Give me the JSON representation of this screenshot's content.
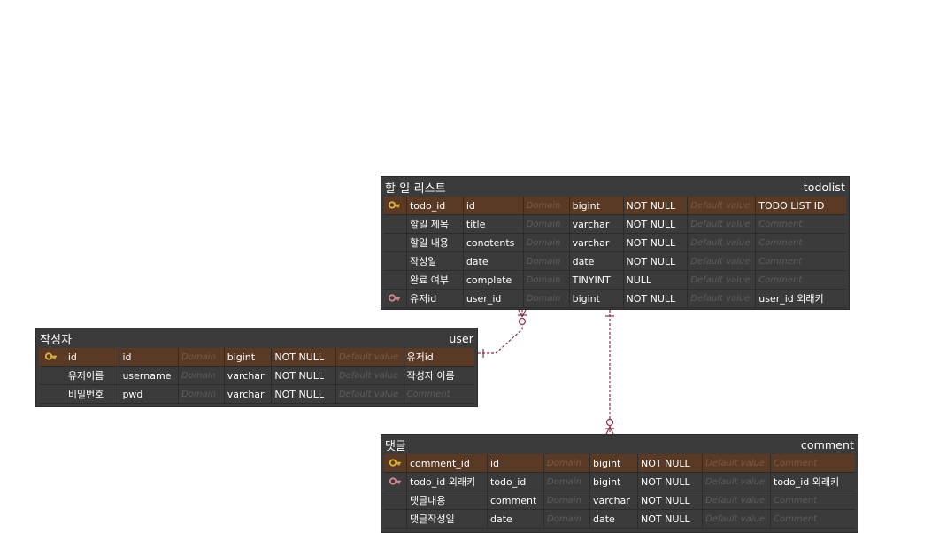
{
  "tables": {
    "todolist": {
      "logical_name": "할 일 리스트",
      "physical_name": "todolist",
      "columns": [
        {
          "key": "primary",
          "logical": "todo_id",
          "physical": "id",
          "domain": "Domain",
          "type": "bigint",
          "nullability": "NOT NULL",
          "default": "Default value",
          "comment": "TODO LIST ID"
        },
        {
          "key": "",
          "logical": "할일 제목",
          "physical": "title",
          "domain": "Domain",
          "type": "varchar",
          "nullability": "NOT NULL",
          "default": "Default value",
          "comment": "Comment"
        },
        {
          "key": "",
          "logical": "할일 내용",
          "physical": "conotents",
          "domain": "Domain",
          "type": "varchar",
          "nullability": "NOT NULL",
          "default": "Default value",
          "comment": "Comment"
        },
        {
          "key": "",
          "logical": "작성일",
          "physical": "date",
          "domain": "Domain",
          "type": "date",
          "nullability": "NOT NULL",
          "default": "Default value",
          "comment": "Comment"
        },
        {
          "key": "",
          "logical": "완료 여부",
          "physical": "complete",
          "domain": "Domain",
          "type": "TINYINT",
          "nullability": "NULL",
          "default": "Default value",
          "comment": "Comment"
        },
        {
          "key": "foreign",
          "logical": "유저id",
          "physical": "user_id",
          "domain": "Domain",
          "type": "bigint",
          "nullability": "NOT NULL",
          "default": "Default value",
          "comment": "user_id 외래키"
        }
      ]
    },
    "user": {
      "logical_name": "작성자",
      "physical_name": "user",
      "columns": [
        {
          "key": "primary",
          "logical": "id",
          "physical": "id",
          "domain": "Domain",
          "type": "bigint",
          "nullability": "NOT NULL",
          "default": "Default value",
          "comment": "유저id"
        },
        {
          "key": "",
          "logical": "유저이름",
          "physical": "username",
          "domain": "Domain",
          "type": "varchar",
          "nullability": "NOT NULL",
          "default": "Default value",
          "comment": "작성자 이름"
        },
        {
          "key": "",
          "logical": "비밀번호",
          "physical": "pwd",
          "domain": "Domain",
          "type": "varchar",
          "nullability": "NOT NULL",
          "default": "Default value",
          "comment": "Comment"
        }
      ]
    },
    "comment": {
      "logical_name": "댓글",
      "physical_name": "comment",
      "columns": [
        {
          "key": "primary",
          "logical": "comment_id",
          "physical": "id",
          "domain": "Domain",
          "type": "bigint",
          "nullability": "NOT NULL",
          "default": "Default value",
          "comment": "Comment"
        },
        {
          "key": "foreign",
          "logical": "todo_id 외래키",
          "physical": "todo_id",
          "domain": "Domain",
          "type": "bigint",
          "nullability": "NOT NULL",
          "default": "Default value",
          "comment": "todo_id 외래키"
        },
        {
          "key": "",
          "logical": "댓글내용",
          "physical": "comment",
          "domain": "Domain",
          "type": "varchar",
          "nullability": "NOT NULL",
          "default": "Default value",
          "comment": "Comment"
        },
        {
          "key": "",
          "logical": "댓글작성일",
          "physical": "date",
          "domain": "Domain",
          "type": "date",
          "nullability": "NOT NULL",
          "default": "Default value",
          "comment": "Comment"
        }
      ]
    }
  },
  "relationships": [
    {
      "from": "user",
      "to": "todolist",
      "from_cardinality": "one",
      "to_cardinality": "zero-or-many",
      "style": "dashed"
    },
    {
      "from": "todolist",
      "to": "comment",
      "from_cardinality": "one",
      "to_cardinality": "zero-or-many",
      "style": "dashed"
    }
  ],
  "colors": {
    "table_bg": "#3b3b3b",
    "pk_row_bg": "#5a3a25",
    "primary_key_icon": "#e0b43a",
    "foreign_key_icon": "#d28a93",
    "relationship_line": "#8a2f45"
  }
}
